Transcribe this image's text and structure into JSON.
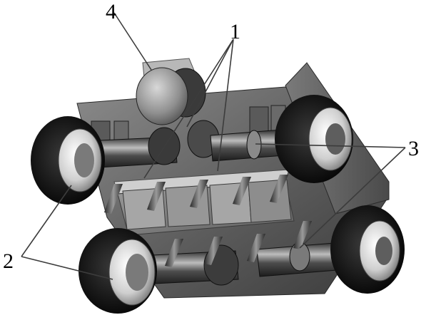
{
  "labels": {
    "guide": "1",
    "wheels": "2",
    "shafts": "3",
    "motor": "4"
  }
}
